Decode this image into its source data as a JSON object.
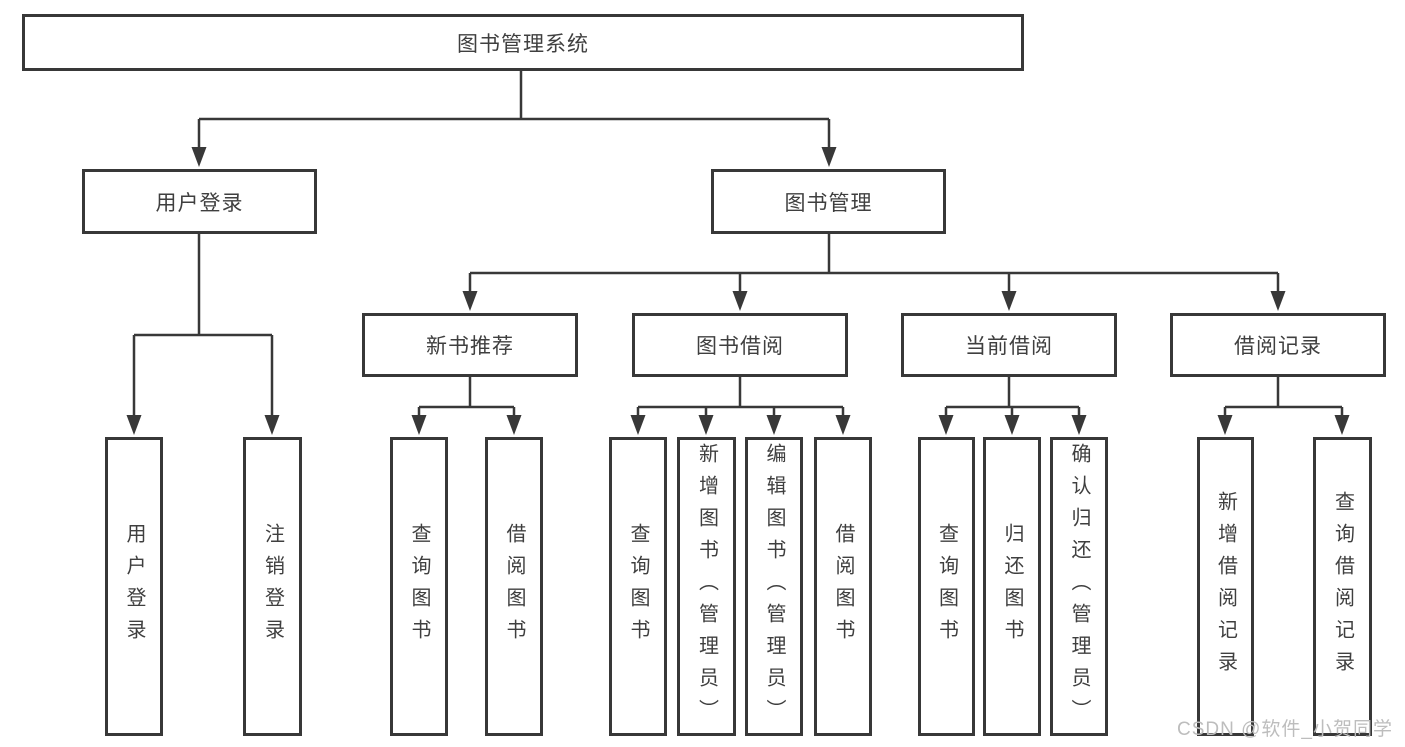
{
  "nodes": {
    "root": "图书管理系统",
    "user_login": "用户登录",
    "book_mgmt": "图书管理",
    "login": "用户登录",
    "logout": "注销登录",
    "new_book_rec": "新书推荐",
    "book_borrow": "图书借阅",
    "current_borrow": "当前借阅",
    "borrow_record": "借阅记录",
    "nbr_query_book": "查询图书",
    "nbr_borrow_book": "借阅图书",
    "bb_query_book": "查询图书",
    "bb_add_book": "新增图书（管理员）",
    "bb_edit_book": "编辑图书（管理员）",
    "bb_borrow_book": "借阅图书",
    "cb_query_book": "查询图书",
    "cb_return_book": "归还图书",
    "cb_confirm_return": "确认归还（管理员）",
    "br_add_record": "新增借阅记录",
    "br_query_record": "查询借阅记录"
  },
  "hierarchy": {
    "label": "图书管理系统",
    "children": [
      {
        "label": "用户登录",
        "children": [
          {
            "label": "用户登录"
          },
          {
            "label": "注销登录"
          }
        ]
      },
      {
        "label": "图书管理",
        "children": [
          {
            "label": "新书推荐",
            "children": [
              {
                "label": "查询图书"
              },
              {
                "label": "借阅图书"
              }
            ]
          },
          {
            "label": "图书借阅",
            "children": [
              {
                "label": "查询图书"
              },
              {
                "label": "新增图书（管理员）"
              },
              {
                "label": "编辑图书（管理员）"
              },
              {
                "label": "借阅图书"
              }
            ]
          },
          {
            "label": "当前借阅",
            "children": [
              {
                "label": "查询图书"
              },
              {
                "label": "归还图书"
              },
              {
                "label": "确认归还（管理员）"
              }
            ]
          },
          {
            "label": "借阅记录",
            "children": [
              {
                "label": "新增借阅记录"
              },
              {
                "label": "查询借阅记录"
              }
            ]
          }
        ]
      }
    ]
  },
  "watermark": {
    "text": "CSDN @软件_小贺同学"
  },
  "colors": {
    "line": "#383838",
    "text": "#3f3f3f",
    "box_bg": "#ffffff",
    "watermark": "#bdbdbd",
    "background": "#ffffff"
  }
}
